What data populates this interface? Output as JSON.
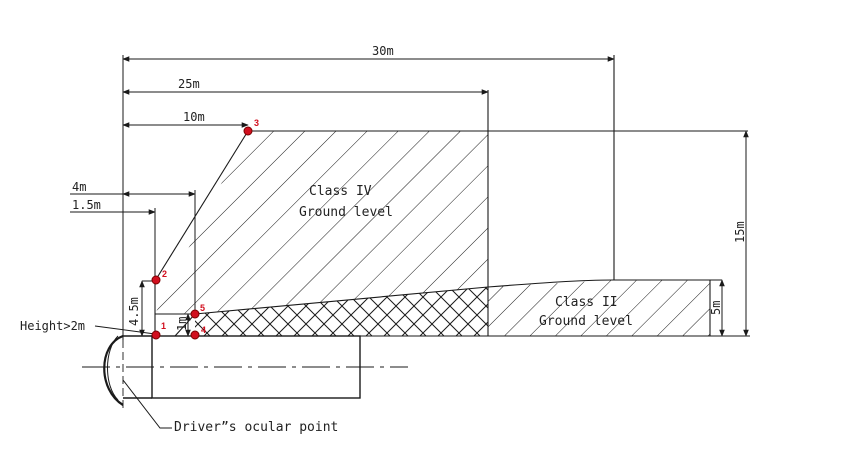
{
  "colors": {
    "line": "#1a1a1a",
    "point": "#d10f1e",
    "background": "#ffffff"
  },
  "dimensions": {
    "d30": "30m",
    "d25": "25m",
    "d10": "10m",
    "d4": "4m",
    "d1_5": "1.5m",
    "d4_5": "4.5m",
    "d1": "1m",
    "d15": "15m",
    "d5": "5m"
  },
  "zones": {
    "class4": {
      "line1": "Class IV",
      "line2": "Ground level"
    },
    "class2": {
      "line1": "Class II",
      "line2": "Ground level"
    }
  },
  "labels": {
    "height": "Height>2m",
    "ocular": "Driver”s ocular point"
  },
  "points": [
    "1",
    "2",
    "3",
    "4",
    "5"
  ]
}
